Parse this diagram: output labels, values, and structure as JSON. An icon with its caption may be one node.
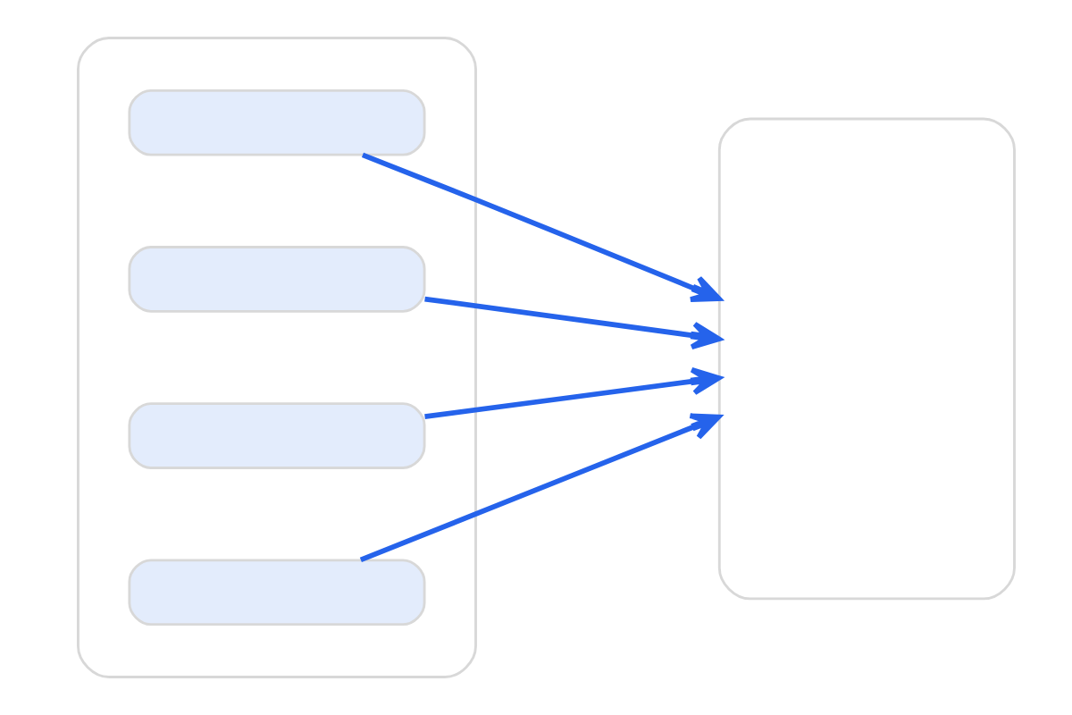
{
  "diagram": {
    "nodes": [
      {
        "text": [],
        "shape": "box"
      },
      {
        "text": [],
        "shape": "bar",
        "in": 0
      },
      {
        "text": [],
        "shape": "bar",
        "in": 0
      },
      {
        "text": [],
        "shape": "bar",
        "in": 0
      },
      {
        "text": [],
        "shape": "bar",
        "in": 0
      },
      {
        "text": [],
        "shape": "box"
      }
    ],
    "edges": [
      {
        "from": 1,
        "to": 5,
        "arrow": "to"
      },
      {
        "from": 2,
        "to": 5,
        "arrow": "to"
      },
      {
        "from": 3,
        "to": 5,
        "arrow": "to"
      },
      {
        "from": 4,
        "to": 5,
        "arrow": "to"
      }
    ]
  }
}
